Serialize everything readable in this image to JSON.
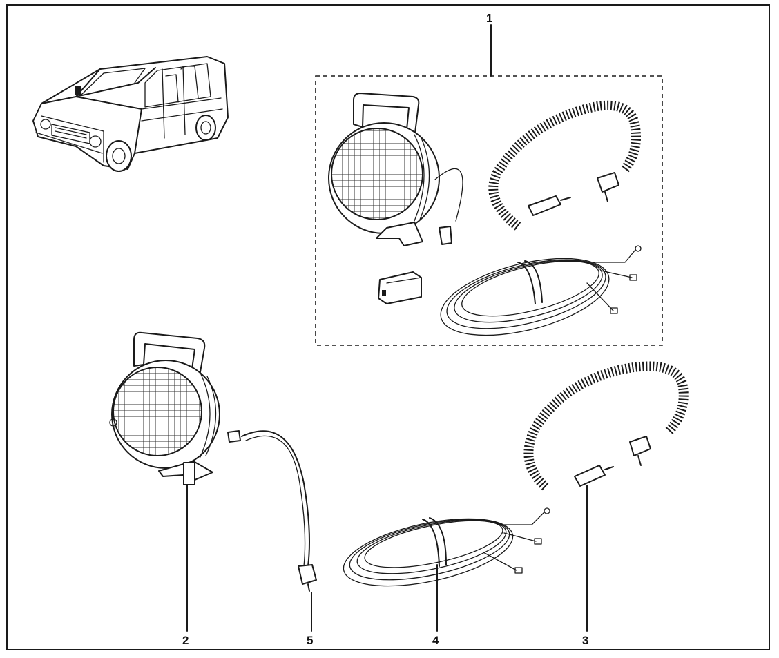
{
  "callouts": {
    "kit": "1",
    "lamp": "2",
    "spiral_cable": "3",
    "harness": "4",
    "lead": "5"
  }
}
